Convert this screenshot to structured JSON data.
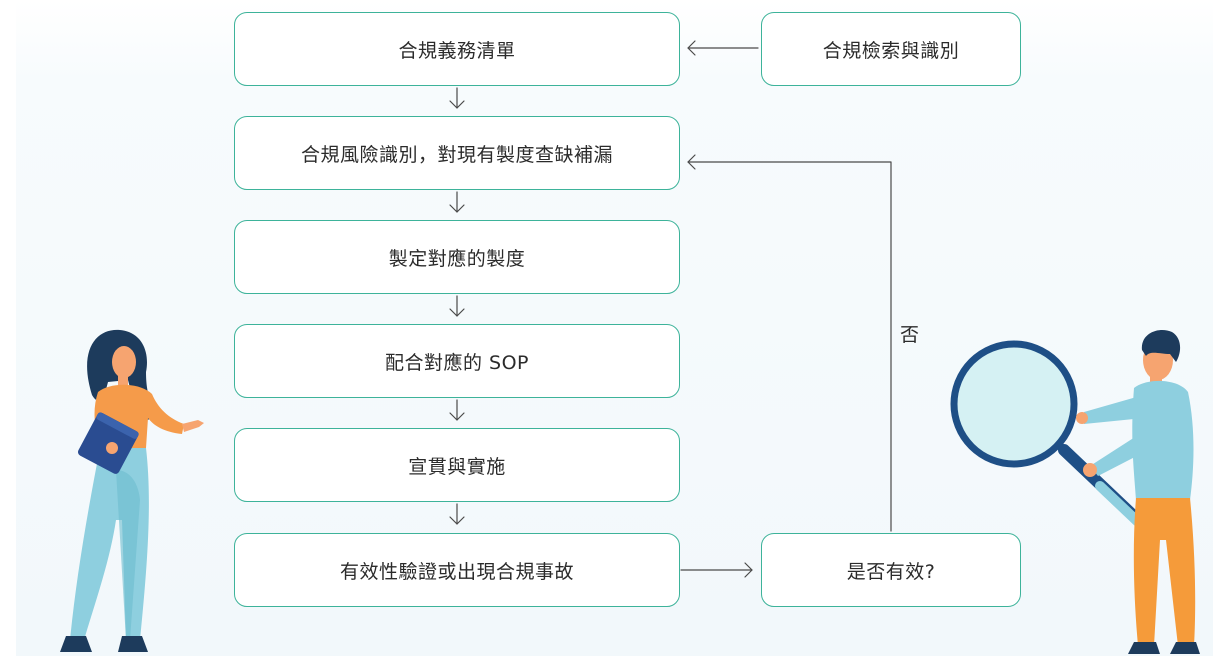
{
  "flow": {
    "steps": [
      "合規義務清單",
      "合規風險識別，對現有製度查缺補漏",
      "製定對應的製度",
      "配合對應的 SOP",
      "宣貫與實施",
      "有效性驗證或出現合規事故"
    ],
    "source": "合規檢索與識別",
    "decision": "是否有效?",
    "no_label": "否"
  },
  "colors": {
    "box_border": "#3db39a",
    "arrow": "#4a4a4a",
    "woman_shirt": "#f59b4a",
    "woman_pants": "#8ecfdf",
    "woman_hair": "#1d3b5c",
    "folder": "#2a4c91",
    "man_shirt": "#8ecfdf",
    "man_pants": "#f59b3a",
    "magnifier_rim": "#1e4f86",
    "magnifier_lens": "#d5f1f3"
  }
}
